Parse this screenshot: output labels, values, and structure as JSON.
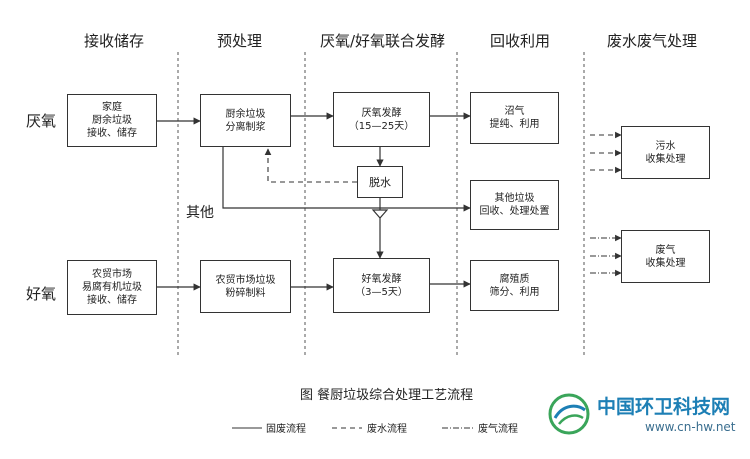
{
  "columns": [
    "接收储存",
    "预处理",
    "厌氧/好氧联合发酵",
    "回收利用",
    "废水废气处理"
  ],
  "rows": {
    "anaerobic": "厌氧",
    "aerobic": "好氧"
  },
  "boxes": {
    "home_collect": [
      "家庭",
      "厨余垃圾",
      "接收、储存"
    ],
    "kitchen_sep": [
      "厨余垃圾",
      "分离制浆"
    ],
    "anaerobic_ferm": [
      "厌氧发酵",
      "（15—25天）"
    ],
    "biogas": [
      "沼气",
      "提纯、利用"
    ],
    "dehydrate": [
      "脱水"
    ],
    "other_waste": [
      "其他垃圾",
      "回收、处理处置"
    ],
    "sewage": [
      "污水",
      "收集处理"
    ],
    "exhaust": [
      "废气",
      "收集处理"
    ],
    "market_collect": [
      "农贸市场",
      "易腐有机垃圾",
      "接收、储存"
    ],
    "market_crush": [
      "农贸市场垃圾",
      "粉碎制料"
    ],
    "aerobic_ferm": [
      "好氧发酵",
      "（3—5天）"
    ],
    "humus": [
      "腐殖质",
      "筛分、利用"
    ]
  },
  "other_label": "其他",
  "caption": "图  餐厨垃圾综合处理工艺流程",
  "legend": {
    "solid": "固废流程",
    "dashed": "废水流程",
    "dashdot": "废气流程"
  },
  "watermark": {
    "title": "中国环卫科技网",
    "sub": "www.cn-hw.net"
  },
  "colors": {
    "line": "#333333",
    "watermark": "#1d7fb5"
  }
}
